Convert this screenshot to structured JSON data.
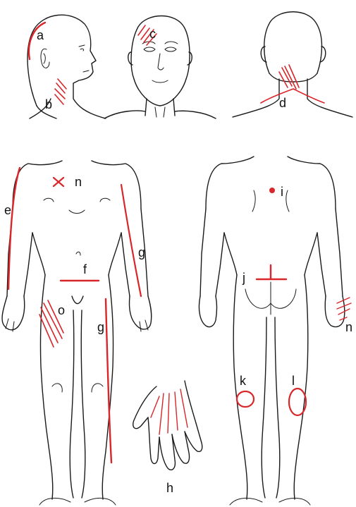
{
  "colors": {
    "ink": "#1a1a1a",
    "marker": "#d9262a",
    "background": "#ffffff"
  },
  "labels": {
    "a": "a",
    "b": "b",
    "c": "c",
    "d": "d",
    "e": "e",
    "f": "f",
    "g": "g",
    "h": "h",
    "i": "i",
    "j": "j",
    "k": "k",
    "l": "l",
    "n": "n",
    "o": "o"
  }
}
